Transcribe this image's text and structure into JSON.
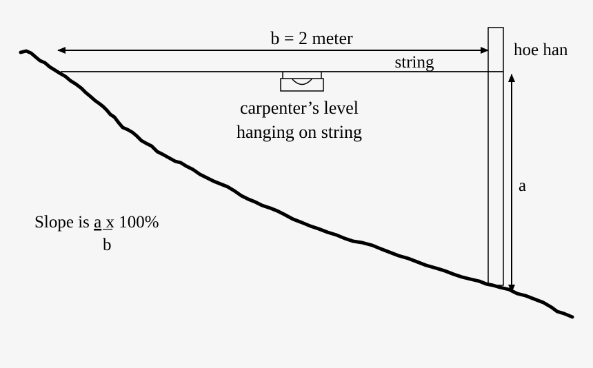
{
  "diagram": {
    "title": "",
    "labels": {
      "b_measure": "b = 2 meter",
      "string": "string",
      "hoe_handle": "hoe han",
      "level_line1": "carpenter’s level",
      "level_line2": "hanging on string",
      "a": "a",
      "formula_prefix": "Slope is ",
      "formula_numerator": "a",
      "formula_suffix": " x 100%",
      "formula_denominator": "b"
    },
    "colors": {
      "background": "#f6f6f6",
      "ink": "#000000"
    }
  }
}
